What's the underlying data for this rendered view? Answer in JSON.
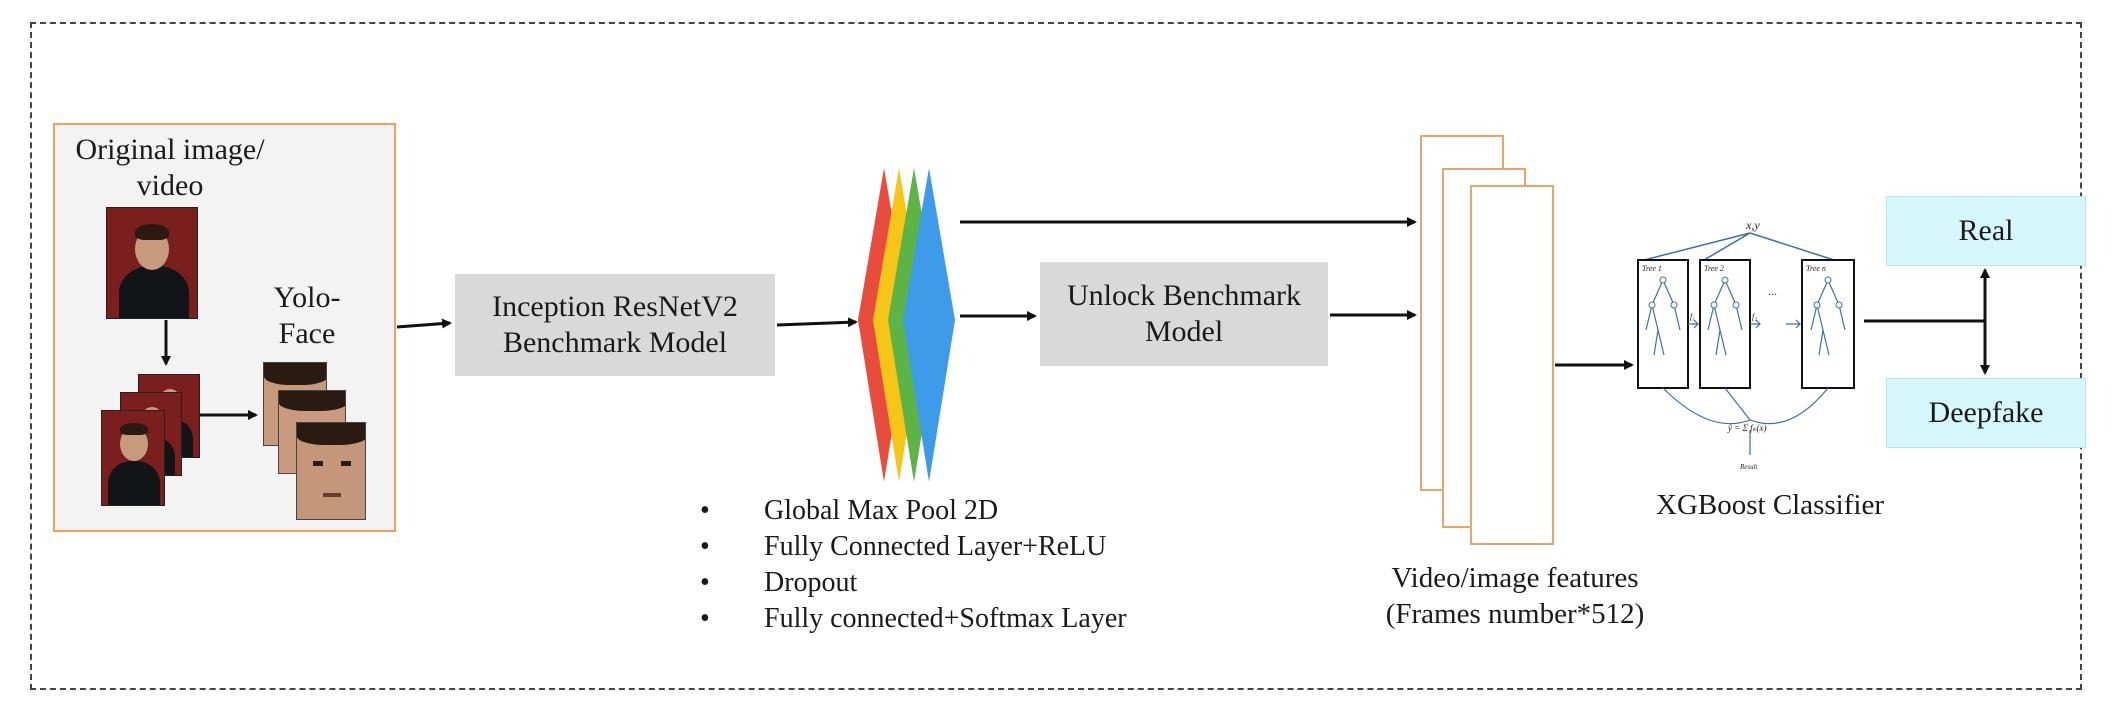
{
  "input": {
    "label": "Original image/ video",
    "face_label": "Yolo-Face",
    "photo_icon": "person-photo",
    "face_icon": "face-crop-photo"
  },
  "backbone": {
    "label": "Inception ResNetV2 Benchmark Model"
  },
  "layers": {
    "colors": [
      "#e84c3d",
      "#f5c518",
      "#5bb445",
      "#3d9be9"
    ],
    "items": [
      "Global Max Pool 2D",
      "Fully Connected Layer+ReLU",
      "Dropout",
      "Fully connected+Softmax Layer"
    ]
  },
  "unlock": {
    "label": "Unlock Benchmark Model"
  },
  "features": {
    "label": "Video/image features (Frames number*512)"
  },
  "classifier": {
    "label": "XGBoost Classifier",
    "root": "x,y",
    "trees": [
      "Tree 1",
      "Tree 2",
      "Tree n"
    ],
    "links": [
      "f₁",
      "f₂"
    ],
    "ellipsis": "...",
    "formula": "ŷ = Σ fₖ(x)",
    "result": "Result"
  },
  "outputs": {
    "real": "Real",
    "fake": "Deepfake"
  },
  "colors": {
    "accent_border": "#f0a060",
    "gray_box": "#d9d9d9",
    "output_box": "#d6f7fb"
  }
}
